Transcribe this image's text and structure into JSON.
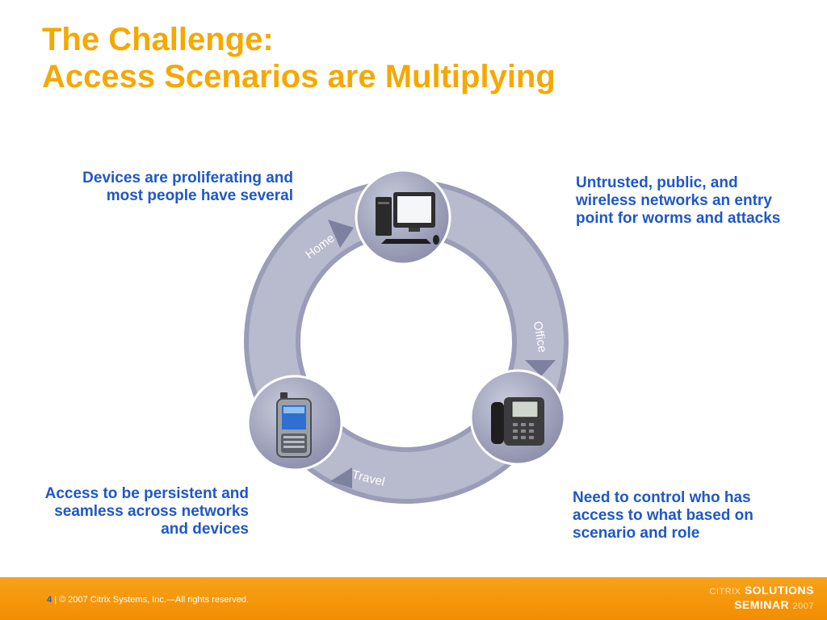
{
  "title": {
    "line1": "The Challenge:",
    "line2": "Access Scenarios are Multiplying"
  },
  "diagram": {
    "cycle_labels": {
      "home": "Home",
      "office": "Office",
      "travel": "Travel"
    },
    "nodes": {
      "top": "desktop-computer-icon",
      "bottom_left": "smartphone-icon",
      "bottom_right": "ip-desk-phone-icon"
    }
  },
  "callouts": {
    "top_left": "Devices are proliferating and most people have several",
    "top_right": "Untrusted, public, and wireless networks an entry point for worms and attacks",
    "bottom_left": "Access to be persistent and seamless across networks and devices",
    "bottom_right": "Need to control who has access to what based on scenario and role"
  },
  "footer": {
    "page_number": "4",
    "separator": "|",
    "copyright": "© 2007 Citrix Systems, Inc.—All rights reserved.",
    "brand_citrix": "CITRIX",
    "brand_solutions": "SOLUTIONS",
    "brand_seminar": "SEMINAR",
    "brand_year": "2007"
  },
  "colors": {
    "title": "#f5a800",
    "callout_text": "#1f57c8",
    "ring": "#9a9cb8",
    "footer": "#f39200"
  }
}
